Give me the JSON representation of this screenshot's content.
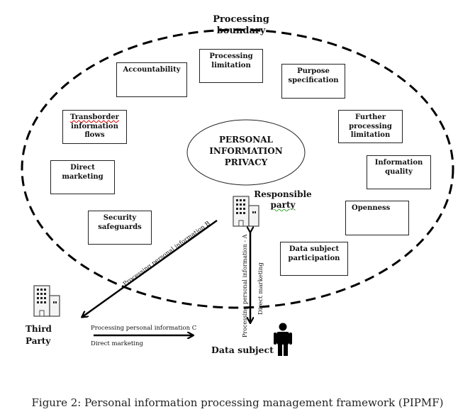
{
  "boundary": {
    "label_line1": "Processing",
    "label_line2": "boundary"
  },
  "core": {
    "line1": "PERSONAL",
    "line2": "INFORMATION",
    "line3": "PRIVACY"
  },
  "principles": {
    "accountability": "Accountability",
    "processing_limitation_1": "Processing",
    "processing_limitation_2": "limitation",
    "purpose_specification_1": "Purpose",
    "purpose_specification_2": "specification",
    "transborder_1": "Transborder",
    "transborder_2": "information",
    "transborder_3": "flows",
    "further_processing_1": "Further",
    "further_processing_2": "processing",
    "further_processing_3": "limitation",
    "direct_marketing_1": "Direct",
    "direct_marketing_2": "marketing",
    "information_quality_1": "Information",
    "information_quality_2": "quality",
    "openness": "Openness",
    "security_safeguards_1": "Security",
    "security_safeguards_2": "safeguards",
    "data_subject_participation_1": "Data subject",
    "data_subject_participation_2": "participation"
  },
  "actors": {
    "responsible_party_1": "Responsible",
    "responsible_party_2": "party",
    "third_party_1": "Third",
    "third_party_2": "Party",
    "data_subject": "Data subject"
  },
  "flows": {
    "a_label": "Processing personal information - A",
    "a_direct": "Direct marketing",
    "b_label": "Processing personal information B",
    "c_label": "Processing personal information C",
    "c_direct": "Direct marketing"
  },
  "caption": "Figure 2: Personal information processing management framework (PIPMF)"
}
